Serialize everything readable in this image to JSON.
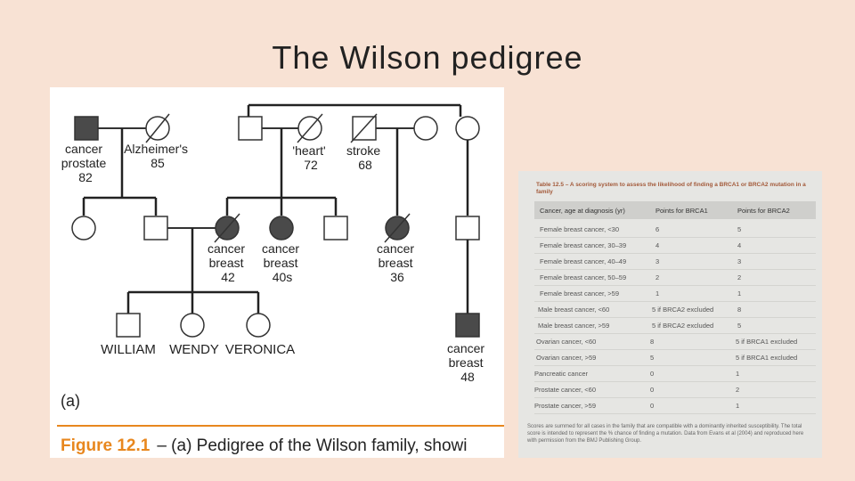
{
  "slide": {
    "title": "The Wilson pedigree"
  },
  "pedigree": {
    "labels": {
      "gp1": [
        "cancer",
        "prostate",
        "82"
      ],
      "gp2": [
        "Alzheimer's",
        "85"
      ],
      "gp3": [
        "'heart'",
        "72"
      ],
      "gp4": [
        "stroke",
        "68"
      ],
      "m1": [
        "cancer",
        "breast",
        "42"
      ],
      "m2": [
        "cancer",
        "breast",
        "40s"
      ],
      "m3": [
        "cancer",
        "breast",
        "36"
      ],
      "m4": [
        "cancer",
        "breast",
        "48"
      ]
    },
    "children": [
      "WILLIAM",
      "WENDY",
      "VERONICA"
    ],
    "sub_label": "(a)",
    "caption_fig": "Figure 12.1",
    "caption_text": "– (a) Pedigree of the Wilson family, showi"
  },
  "table": {
    "title": "Table 12.5 – A scoring system to assess the likelihood of finding a BRCA1 or BRCA2 mutation in a family",
    "headers": [
      "Cancer, age at diagnosis (yr)",
      "Points for BRCA1",
      "Points for BRCA2"
    ],
    "rows": [
      [
        "Female breast cancer, <30",
        "6",
        "5"
      ],
      [
        "Female breast cancer, 30–39",
        "4",
        "4"
      ],
      [
        "Female breast cancer, 40–49",
        "3",
        "3"
      ],
      [
        "Female breast cancer, 50–59",
        "2",
        "2"
      ],
      [
        "Female breast cancer, >59",
        "1",
        "1"
      ],
      [
        "Male breast cancer, <60",
        "5 if BRCA2 excluded",
        "8"
      ],
      [
        "Male breast cancer, >59",
        "5 if BRCA2 excluded",
        "5"
      ],
      [
        "Ovarian cancer, <60",
        "8",
        "5 if BRCA1 excluded"
      ],
      [
        "Ovarian cancer, >59",
        "5",
        "5 if BRCA1 excluded"
      ],
      [
        "Pancreatic cancer",
        "0",
        "1"
      ],
      [
        "Prostate cancer, <60",
        "0",
        "2"
      ],
      [
        "Prostate cancer, >59",
        "0",
        "1"
      ]
    ],
    "footnote": "Scores are summed for all cases in the family that are compatible with a dominantly inherited susceptibility. The total score is intended to represent the % chance of finding a mutation. Data from Evans et al (2004) and reproduced here with permission from the BMJ Publishing Group."
  }
}
